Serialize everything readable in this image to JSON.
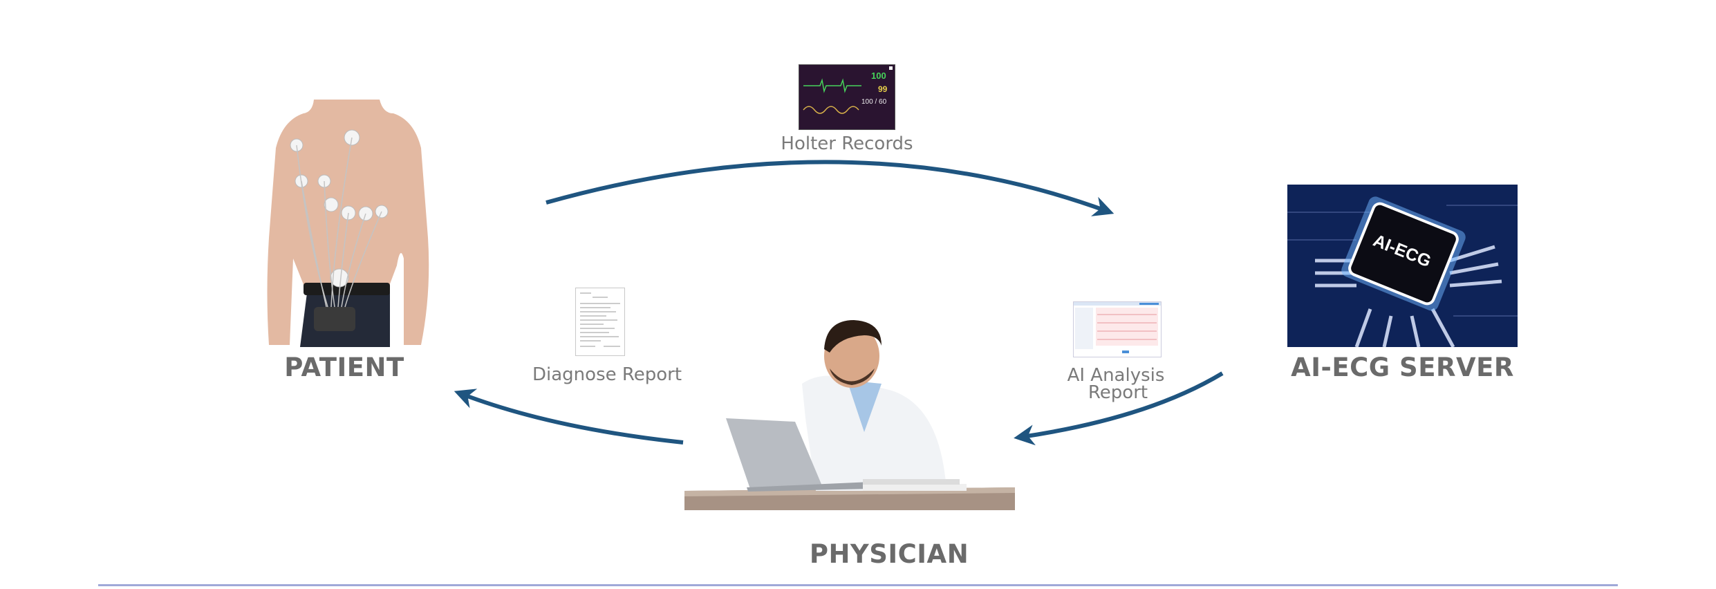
{
  "nodes": {
    "patient": {
      "label": "PATIENT"
    },
    "server": {
      "label": "AI-ECG SERVER",
      "chip_text": "AI-ECG"
    },
    "physician": {
      "label": "PHYSICIAN"
    }
  },
  "flows": {
    "holter": {
      "label": "Holter Records",
      "monitor": {
        "hr": "100",
        "spo2": "99",
        "bp": "100 / 60"
      }
    },
    "ai_report": {
      "label_line1": "AI Analysis",
      "label_line2": "Report"
    },
    "diagnose": {
      "label": "Diagnose Report"
    }
  },
  "colors": {
    "arrow": "#1f5580",
    "label_gray": "#6a6a6a",
    "rule": "#9fa8d8"
  }
}
